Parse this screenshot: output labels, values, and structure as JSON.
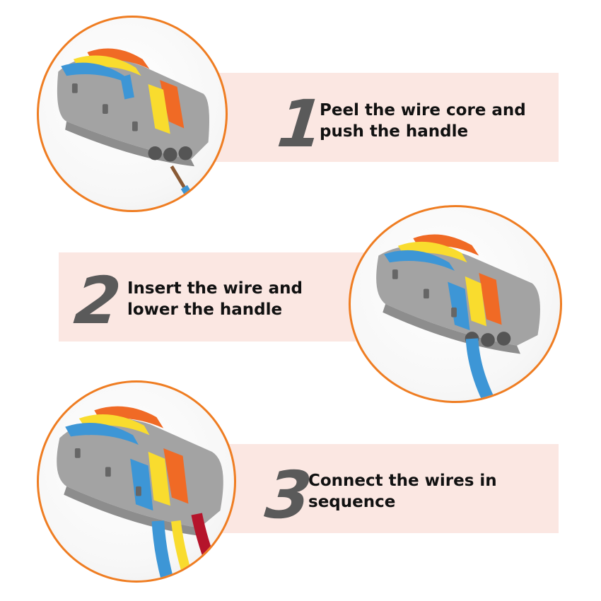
{
  "steps": [
    {
      "number": "1",
      "line1": "Peel the wire core and",
      "line2": "push the handle"
    },
    {
      "number": "2",
      "line1": "Insert the wire and",
      "line2": "lower the handle"
    },
    {
      "number": "3",
      "line1": "Connect the wires in",
      "line2": "sequence"
    }
  ],
  "colors": {
    "band": "#fbe7e2",
    "circle_border": "#ef7d22",
    "connector_gray": "#a3a3a3",
    "lever_orange": "#f06a25",
    "lever_yellow": "#f9dc2e",
    "lever_blue": "#3d96d6",
    "wire_red": "#b5142b",
    "number_gray": "#5a5a5a"
  },
  "icons": [
    "lever-connector-icon",
    "wire-icon"
  ]
}
